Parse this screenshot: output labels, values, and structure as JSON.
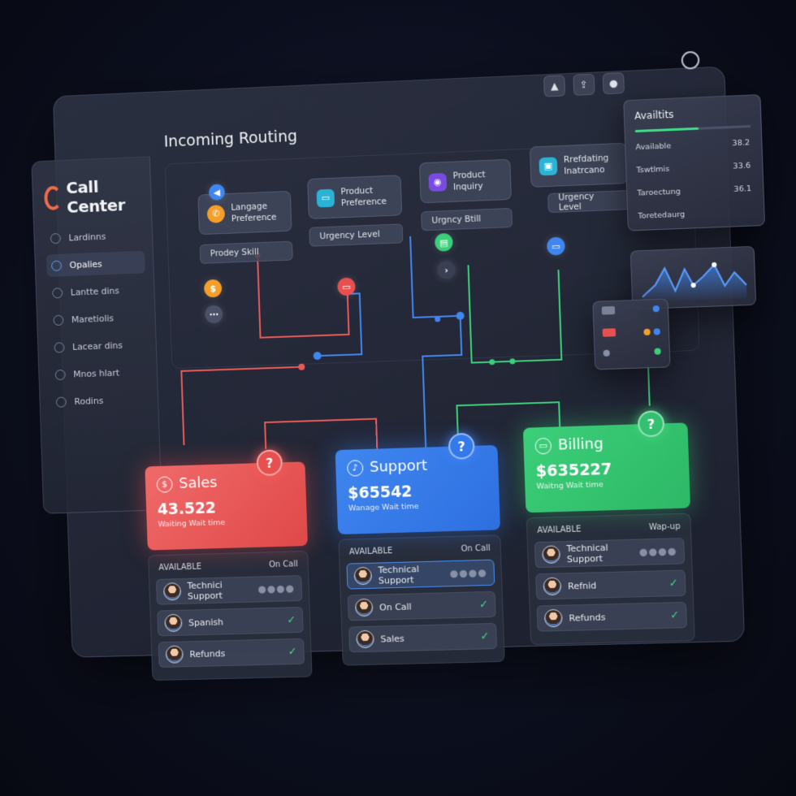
{
  "app": {
    "title": "Call Center"
  },
  "sidebar": {
    "items": [
      {
        "label": "Lardinns",
        "active": false
      },
      {
        "label": "Opalies",
        "active": true
      },
      {
        "label": "Lantte dins",
        "active": false
      },
      {
        "label": "Maretiolis",
        "active": false
      },
      {
        "label": "Lacear dins",
        "active": false
      },
      {
        "label": "Mnos hlart",
        "active": false
      },
      {
        "label": "Rodins",
        "active": false
      }
    ]
  },
  "page": {
    "title": "Incoming Routing"
  },
  "toolbar": {
    "icons": [
      "alert-icon",
      "upload-icon",
      "user-icon"
    ]
  },
  "routing": {
    "nodes": [
      {
        "label": "Langage Preference",
        "icon_color": "#f59f2a"
      },
      {
        "label": "Product Preference",
        "icon_color": "#2bb3d6"
      },
      {
        "label": "Product Inquiry",
        "icon_color": "#7a4be0"
      },
      {
        "label": "Rrefdating Inatrcano",
        "icon_color": "#2bb3d6"
      }
    ],
    "sub_nodes": [
      {
        "label": "Prodey Skill"
      },
      {
        "label": "Urgency Level"
      },
      {
        "label": "Urgncy Btill"
      },
      {
        "label": "Urgency Level"
      }
    ]
  },
  "queues": [
    {
      "name": "Sales",
      "icon": "$",
      "amount": "43.522",
      "sub": "Waiting Wait time",
      "col_left": "AVAILABLE",
      "col_right": "On Call",
      "agents": [
        {
          "name": "Technici Support",
          "state": "dots",
          "selected": false
        },
        {
          "name": "Spanish",
          "state": "check",
          "selected": false
        },
        {
          "name": "Refunds",
          "state": "check",
          "selected": false
        }
      ]
    },
    {
      "name": "Support",
      "icon": "♪",
      "amount": "$65542",
      "sub": "Wanage Wait time",
      "col_left": "AVAILABLE",
      "col_right": "On Call",
      "agents": [
        {
          "name": "Technical Support",
          "state": "dots",
          "selected": true
        },
        {
          "name": "On Call",
          "state": "check",
          "selected": false
        },
        {
          "name": "Sales",
          "state": "check",
          "selected": false
        }
      ]
    },
    {
      "name": "Billing",
      "icon": "▭",
      "amount": "$635227",
      "sub": "Waitng Wait time",
      "col_left": "AVAILABLE",
      "col_right": "Wap-up",
      "agents": [
        {
          "name": "Technical Support",
          "state": "dots",
          "selected": false
        },
        {
          "name": "Refnid",
          "state": "check",
          "selected": false
        },
        {
          "name": "Refunds",
          "state": "check",
          "selected": false
        }
      ]
    }
  ],
  "availability": {
    "title": "Availtits",
    "progress": 0.55,
    "rows": [
      {
        "label": "Available",
        "value": "38.2"
      },
      {
        "label": "Tswtlmis",
        "value": "33.6"
      },
      {
        "label": "Taroectung",
        "value": "36.1"
      },
      {
        "label": "Toretedaurg",
        "value": ""
      }
    ]
  },
  "colors": {
    "sales": "#e85050",
    "support": "#3479ea",
    "billing": "#33c070",
    "accent": "#f06b4a"
  }
}
